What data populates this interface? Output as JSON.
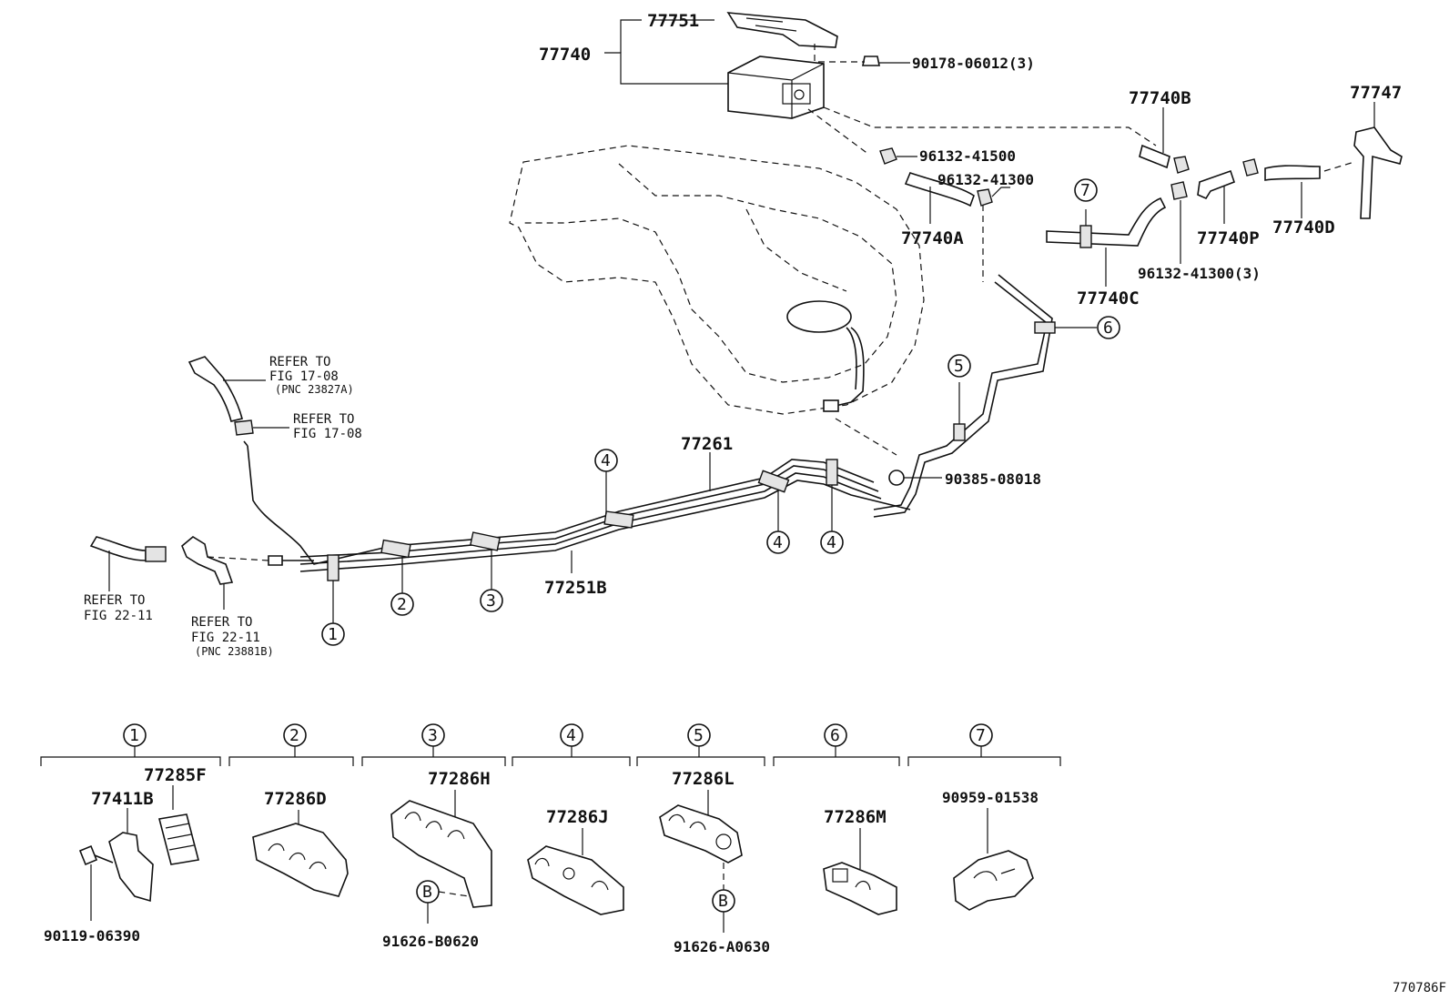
{
  "diagram_code": "770786F",
  "parts": {
    "p77751": "77751",
    "p77740": "77740",
    "p9017806012": "90178-06012(3)",
    "p77740B": "77740B",
    "p77747": "77747",
    "p9613241500": "96132-41500",
    "p9613241300": "96132-41300",
    "p77740A": "77740A",
    "p77740P": "77740P",
    "p77740D": "77740D",
    "p9613241300x3": "96132-41300(3)",
    "p77740C": "77740C",
    "p77261": "77261",
    "p9038508018": "90385-08018",
    "p77251B": "77251B",
    "p77285F": "77285F",
    "p77411B": "77411B",
    "p77286D": "77286D",
    "p77286H": "77286H",
    "p77286J": "77286J",
    "p77286L": "77286L",
    "p77286M": "77286M",
    "p9095901538": "90959-01538",
    "p9011906390": "90119-06390",
    "p91626B0620": "91626-B0620",
    "p91626A0630": "91626-A0630"
  },
  "refs": {
    "r1_l1": "REFER TO",
    "r1_l2": "FIG 17-08",
    "r1_l3": "(PNC 23827A)",
    "r2_l1": "REFER TO",
    "r2_l2": "FIG 17-08",
    "r3_l1": "REFER TO",
    "r3_l2": "FIG 22-11",
    "r4_l1": "REFER TO",
    "r4_l2": "FIG 22-11",
    "r4_l3": "(PNC 23881B)"
  },
  "callouts": {
    "c1": "1",
    "c2": "2",
    "c3": "3",
    "c4": "4",
    "c5": "5",
    "c6": "6",
    "c7": "7",
    "cB": "B"
  }
}
